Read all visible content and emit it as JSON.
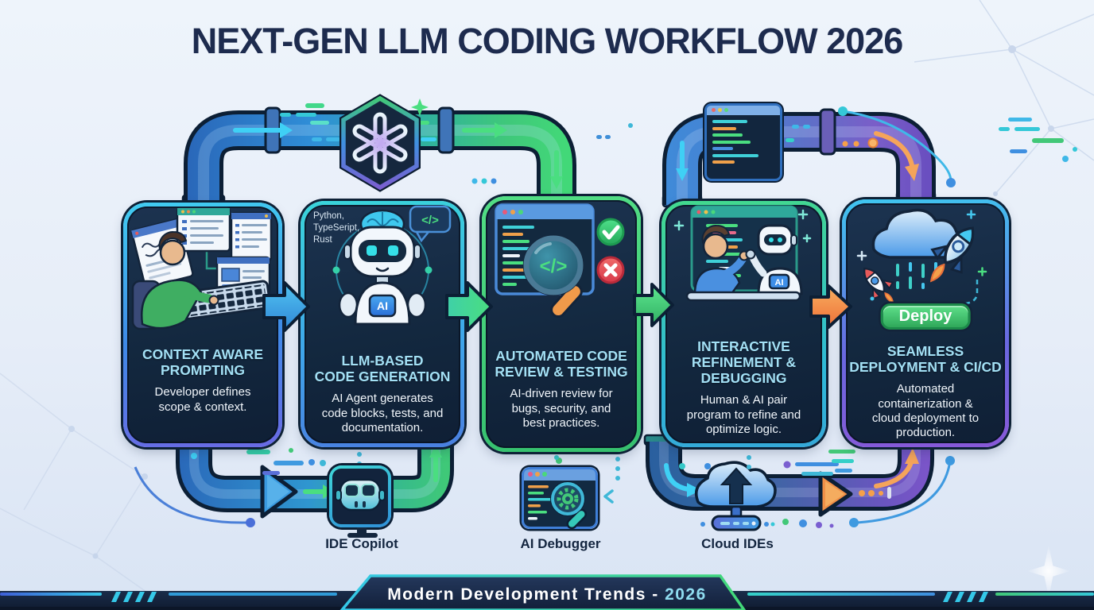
{
  "page_title": "NEXT-GEN LLM CODING WORKFLOW 2026",
  "workflow_cards": [
    {
      "title_lines": [
        "CONTEXT AWARE",
        "PROMPTING"
      ],
      "description_lines": [
        "Developer defines",
        "scope & context."
      ]
    },
    {
      "title_lines": [
        "LLM-BASED",
        "CODE GENERATION"
      ],
      "description_lines": [
        "AI Agent generates",
        "code blocks, tests, and",
        "documentation."
      ],
      "languages_note_lines": [
        "Python,",
        "TypeSeript,",
        "Rust"
      ],
      "chest_label": "AI",
      "code_bubble_text": "</>"
    },
    {
      "title_lines": [
        "AUTOMATED CODE",
        "REVIEW & TESTING"
      ],
      "description_lines": [
        "AI-driven review for",
        "bugs, security, and",
        "best practices."
      ],
      "lens_code_text": "</>"
    },
    {
      "title_lines": [
        "INTERACTIVE",
        "REFINEMENT &",
        "DEBUGGING"
      ],
      "description_lines": [
        "Human & AI pair",
        "program to refine and",
        "optimize logic."
      ],
      "chest_label": "AI"
    },
    {
      "title_lines": [
        "SEAMLESS",
        "DEPLOYMENT & CI/CD"
      ],
      "description_lines": [
        "Automated",
        "containerization &",
        "cloud deployment to",
        "production."
      ],
      "deploy_button_label": "Deploy"
    }
  ],
  "bottom_tools": [
    {
      "label": "IDE Copilot"
    },
    {
      "label": "AI Debugger"
    },
    {
      "label": "Cloud IDEs"
    }
  ],
  "footer": {
    "banner_text": "Modern Development Trends -",
    "banner_year": "2026"
  },
  "icons": {
    "hexagon_badge": "openai-logo-hexagon",
    "code_window": "code-editor-window",
    "check": "green-check-circle",
    "cross": "red-cross-circle",
    "cloud": "cloud-upload"
  },
  "colors": {
    "background_top": "#eef4fb",
    "background_bottom": "#d9e4f4",
    "card_interior": "#13283f",
    "card_title_cyan": "#a3e0f5",
    "accent_cyan": "#3fd0f5",
    "accent_green": "#4ade80",
    "accent_orange": "#f5a04a",
    "accent_purple": "#7a5fd0",
    "title_navy": "#1d2b4e",
    "footer_navy": "#14233d"
  }
}
